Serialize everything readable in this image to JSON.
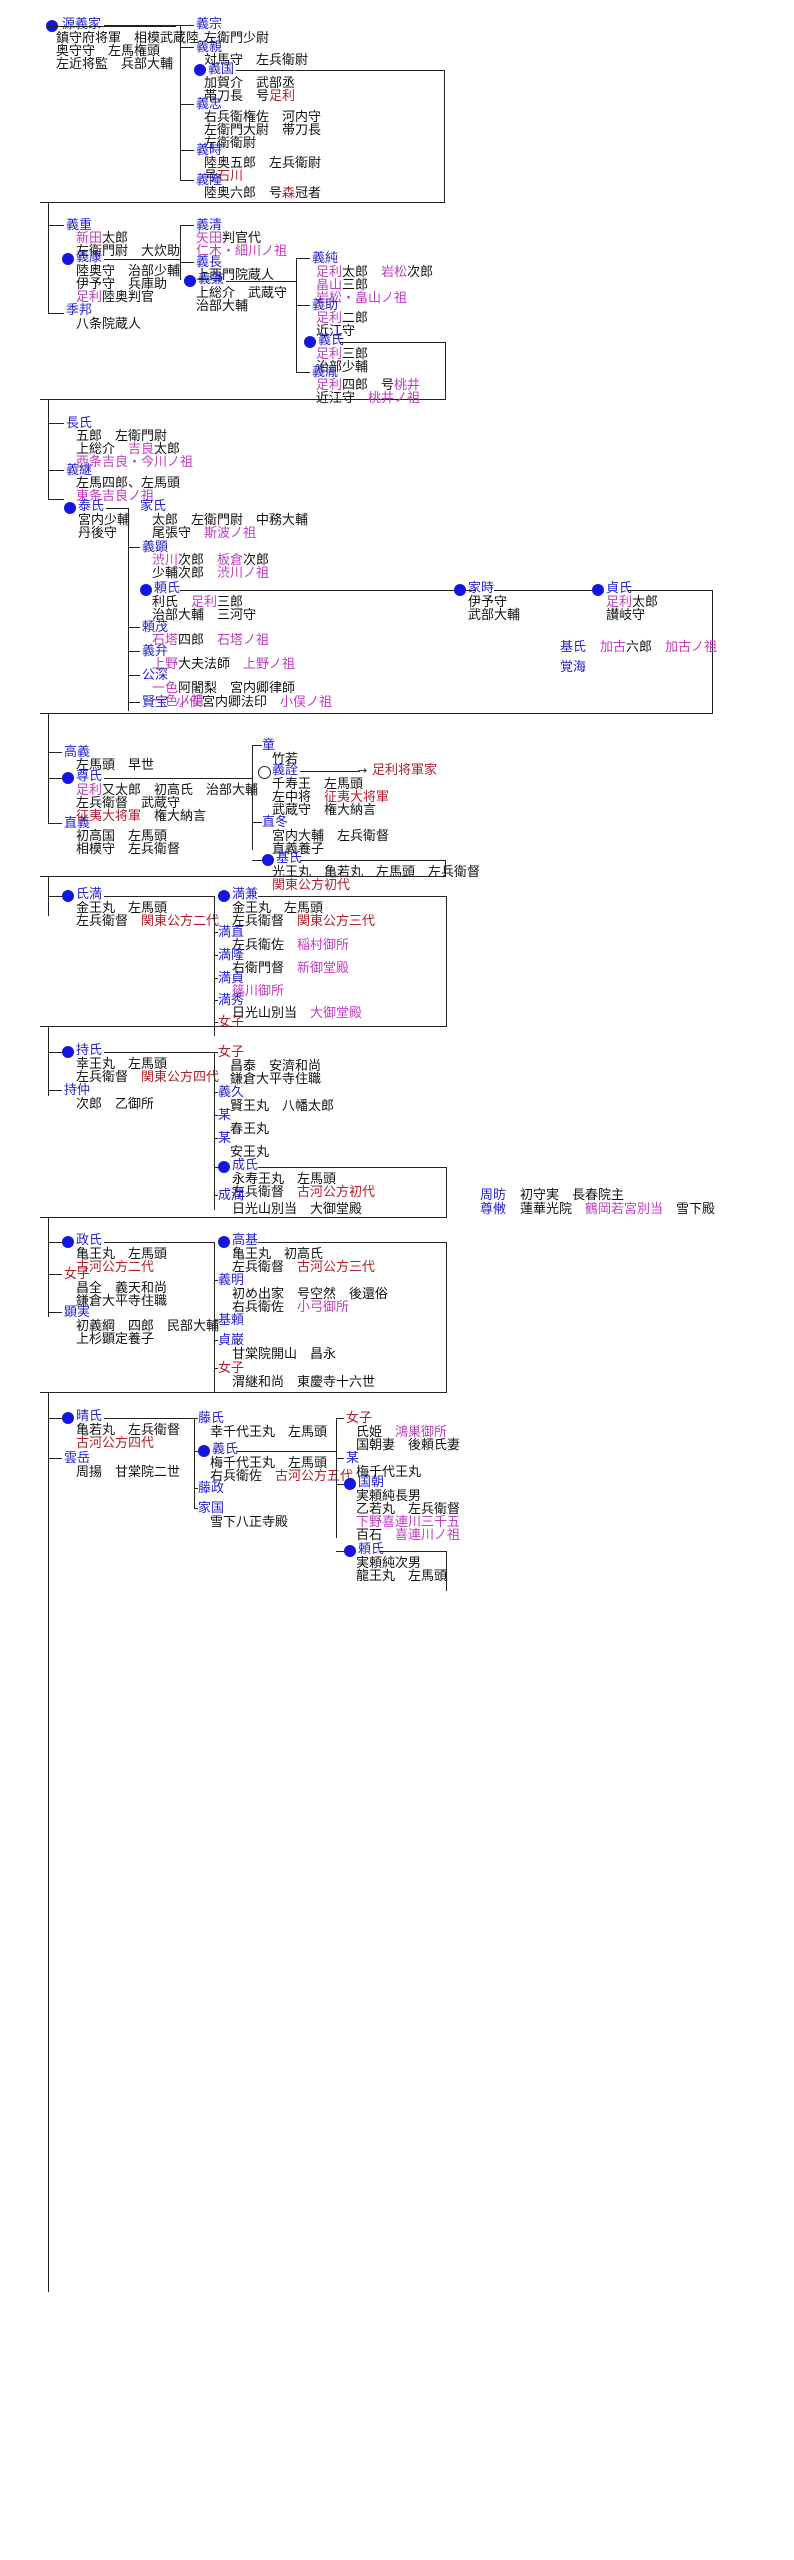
{
  "s1": {
    "yoshiie": "源義家",
    "yoshiie_d1": "鎮守府将軍　相模武蔵陸",
    "yoshiie_d2": "奥守守　左馬権頭",
    "yoshiie_d3": "左近将監　兵部大輔",
    "yoshimune": "義宗",
    "yoshimune_d1": "左衛門少尉",
    "yoshichika": "義親",
    "yoshichika_d1": "対馬守　左兵衛尉",
    "yoshikuni": "義国",
    "yoshikuni_d1": "加賀介　武部丞",
    "yoshikuni_d2a": "帯刀長　号",
    "yoshikuni_d2b": "足利",
    "yoshitada": "義忠",
    "yoshitada_d1": "右兵衛権佐　河内守",
    "yoshitada_d2": "左衛門大尉　帯刀長",
    "yoshitada_d3": "左衛衛尉",
    "yoshitoki": "義時",
    "yoshitoki_d1": "陸奥五郎　左兵衛尉",
    "yoshitoki_d2a": "号",
    "yoshitoki_d2b": "石川",
    "yoshitaka": "義隆",
    "yoshitaka_d1a": "陸奥六郎　号",
    "yoshitaka_d1b": "森",
    "yoshitaka_d1c": "冠者"
  },
  "s2": {
    "yoshishige": "義重",
    "yoshishige_d1a": "新田",
    "yoshishige_d1b": "太郎",
    "yoshishige_d2": "左衛門尉　大炊助",
    "yoshiyasu": "義康",
    "yoshiyasu_d1": "陸奥守　治部少輔",
    "yoshiyasu_d2": "伊予守　兵庫助",
    "yoshiyasu_d3a": "足利",
    "yoshiyasu_d3b": "陸奥判官",
    "suekuni": "季邦",
    "suekuni_d1": "八条院蔵人",
    "yoshikiyo": "義清",
    "yoshikiyo_d1a": "矢田",
    "yoshikiyo_d1b": "判官代",
    "yoshikiyo_d2": "仁木・細川ノ祖",
    "yoshinaga": "義長",
    "yoshinaga_d1": "上西門院蔵人",
    "yoshikane": "義兼",
    "yoshikane_d1": "上総介　武蔵守",
    "yoshikane_d2": "治部大輔",
    "yoshizumi": "義純",
    "yoshizumi_d1a": "足利",
    "yoshizumi_d1b": "太郎",
    "yoshizumi_d1c": "岩松",
    "yoshizumi_d1d": "次郎",
    "yoshizumi_d2a": "畠山",
    "yoshizumi_d2b": "三郎",
    "yoshizumi_d3": "岩松・畠山ノ祖",
    "yoshisuke": "義助",
    "yoshisuke_d1a": "足利",
    "yoshisuke_d1b": "二郎",
    "yoshisuke_d2": "近江守",
    "yoshiuji": "義氏",
    "yoshiuji_d1a": "足利",
    "yoshiuji_d1b": "三郎",
    "yoshiuji_d2": "治部少輔",
    "yoshitane": "義胤",
    "yoshitane_d1a": "足利",
    "yoshitane_d1b": "四郎　号",
    "yoshitane_d1c": "桃井",
    "yoshitane_d2a": "近江守　",
    "yoshitane_d2b": "桃井ノ祖"
  },
  "s3": {
    "nagauji": "長氏",
    "nagauji_d1": "五郎　左衛門尉",
    "nagauji_d2a": "上総介　",
    "nagauji_d2b": "吉良",
    "nagauji_d2c": "太郎",
    "nagauji_d3": "西条吉良・今川ノ祖",
    "yoshitsugu": "義継",
    "yoshitsugu_d1": "左馬四郎、左馬頭",
    "yoshitsugu_d2": "東条吉良ノ祖",
    "yasuuji": "泰氏",
    "yasuuji_d1": "宮内少輔",
    "yasuuji_d2": "丹後守",
    "ieuji": "家氏",
    "ieuji_d1": "太郎　左衛門尉　中務大輔",
    "ieuji_d2a": "尾張守　",
    "ieuji_d2b": "斯波ノ祖",
    "yoshiaki": "義顕",
    "yoshiaki_d1a": "渋川",
    "yoshiaki_d1b": "次郎　",
    "yoshiaki_d1c": "板倉",
    "yoshiaki_d1d": "次郎",
    "yoshiaki_d2a": "少輔次郎　",
    "yoshiaki_d2b": "渋川ノ祖",
    "yoriuji": "頼氏",
    "yoriuji_d1a": "利氏　",
    "yoriuji_d1b": "足利",
    "yoriuji_d1c": "三郎",
    "yoriuji_d2": "治部大輔　三河守",
    "ietoki": "家時",
    "ietoki_d1": "伊予守",
    "ietoki_d2": "武部大輔",
    "sadauji": "貞氏",
    "sadauji_d1a": "足利",
    "sadauji_d1b": "太郎",
    "sadauji_d2": "讃岐守",
    "yorishige": "頼茂",
    "yorishige_d1a": "石塔",
    "yorishige_d1b": "四郎　",
    "yorishige_d1c": "石塔ノ祖",
    "gibe": "義弁",
    "gibe_d1a": "上野",
    "gibe_d1b": "大夫法師　",
    "gibe_d1c": "上野ノ祖",
    "kojin": "公深",
    "kojin_d1a": "一色",
    "kojin_d1b": "阿闍梨　宮内卿律師",
    "kojin_d2": "一色ノ祖",
    "kenbo": "賢宝",
    "kenbo_d1a": "小俣",
    "kenbo_d1b": "宮内卿法印　",
    "kenbo_d1c": "小俣ノ祖",
    "motouji": "基氏",
    "motouji_d1a": "加古",
    "motouji_d1b": "六郎　",
    "motouji_d1c": "加古ノ祖",
    "kakukai": "覚海"
  },
  "s4": {
    "takayoshi": "高義",
    "takayoshi_d1": "左馬頭　早世",
    "takauji": "尊氏",
    "takauji_d1a": "足利",
    "takauji_d1b": "又太郎　初高氏　治部大輔",
    "takauji_d2": "左兵衛督　武蔵守",
    "takauji_d3a": "征夷大将軍",
    "takauji_d3b": "　権大納言",
    "tadayoshi": "直義",
    "tadayoshi_d1": "初高国　左馬頭",
    "tadayoshi_d2": "相模守　左兵衛督",
    "mitsuru": "童",
    "mitsuru_d1": "竹若",
    "yoshiakira": "義詮",
    "yoshiakira_d1": "千寿王　左馬頭",
    "yoshiakira_d2": "左中将　",
    "yoshiakira_d2b": "征夷大将軍",
    "yoshiakira_d3": "武蔵守　権大納言",
    "shogun_link": "足利将軍家",
    "tadafuyu": "直冬",
    "tadafuyu_d1": "宮内大輔　左兵衛督",
    "tadafuyu_d2": "直義養子",
    "motouji2": "基氏",
    "motouji2_d1": "光王丸　亀若丸　左馬頭　左兵衛督",
    "motouji2_d2": "関東公方初代"
  },
  "s5": {
    "ujimitsu": "氏満",
    "ujimitsu_d1": "金王丸　左馬頭",
    "ujimitsu_d2a": "左兵衛督　",
    "ujimitsu_d2b": "関東公方二代",
    "mitsukane": "満兼",
    "mitsukane_d1": "金王丸　左馬頭",
    "mitsukane_d2a": "左兵衛督　",
    "mitsukane_d2b": "関東公方三代",
    "mitsunao": "満直",
    "mitsunao_d1a": "左兵衛佐　",
    "mitsunao_d1b": "稲村御所",
    "mitsutaka": "満隆",
    "mitsutaka_d1a": "右衛門督　",
    "mitsutaka_d1b": "新御堂殿",
    "mitsusada": "満貞",
    "mitsusada_d1": "篠川御所",
    "mitsuhide": "満秀",
    "mitsuhide_d1a": "日光山別当　",
    "mitsuhide_d1b": "大御堂殿",
    "joshi": "女子"
  },
  "s6": {
    "mochiuji": "持氏",
    "mochiuji_d1": "幸王丸　左馬頭",
    "mochiuji_d2a": "左兵衛督　",
    "mochiuji_d2b": "関東公方四代",
    "mochinaka": "持仲",
    "mochinaka_d1": "次郎　乙御所",
    "joshi": "女子",
    "joshi_d1": "昌泰　安濟和尚",
    "joshi_d2": "鎌倉大平寺住職",
    "yoshihisa": "義久",
    "yoshihisa_d1": "賢王丸　八幡太郎",
    "bo1": "某",
    "bo1_d1": "春王丸",
    "bo2": "某",
    "bo2_d1": "安王丸",
    "shigeuji": "成氏",
    "shigeuji_d1": "永寿王丸　左馬頭",
    "shigeuji_d2a": "左兵衛督　",
    "shigeuji_d2b": "古河公方初代",
    "shigeuji2": "成潤",
    "shigeuji2_d1": "日光山別当　大御堂殿",
    "shuin": "周昉",
    "shuin_d1": "初守実　長春院主",
    "sonkan": "尊敒",
    "sonkan_d1a": "蓮華光院　",
    "sonkan_d1b": "鶴岡若宮別当",
    "sonkan_d1c": "　雪下殿"
  },
  "s7": {
    "masauji": "政氏",
    "masauji_d1": "亀王丸　左馬頭",
    "masauji_d2": "古河公方二代",
    "joshi": "女子",
    "joshi_d1": "昌全　義天和尚",
    "joshi_d2": "鎌倉大平寺住職",
    "akisada": "顕実",
    "akisada_d1": "初義綱　四郎　民部大輔",
    "akisada_d2": "上杉顕定養子",
    "takamoto": "高基",
    "takamoto_d1": "亀王丸　初高氏",
    "takamoto_d2a": "左兵衛督　",
    "takamoto_d2b": "古河公方三代",
    "yoshiaki": "義明",
    "yoshiaki_d1": "初め出家　号空然　後還俗",
    "yoshiaki_d2a": "右兵衛佐　",
    "yoshiaki_d2b": "小弓御所",
    "motoyori": "基頼",
    "teiken": "貞巌",
    "teiken_d1": "甘棠院開山　昌永",
    "joshi2": "女子",
    "joshi2_d1": "渭継和尚　東慶寺十六世"
  },
  "s8": {
    "haruuji": "晴氏",
    "haruuji_d1": "亀若丸　左兵衛督",
    "haruuji_d2": "古河公方四代",
    "ungaku": "雲岳",
    "ungaku_d1": "周揚　甘棠院二世",
    "fujiuji": "藤氏",
    "fujiuji_d1": "幸千代王丸　左馬頭",
    "yoshiuji": "義氏",
    "yoshiuji_d1": "梅千代王丸　左馬頭",
    "yoshiuji_d2a": "右兵衛佐　",
    "yoshiuji_d2b": "古河公方五代",
    "fujimasa": "藤政",
    "iekuni": "家国",
    "iekuni_d1": "雪下八正寺殿",
    "joshi": "女子",
    "joshi_d1a": "氏姫　",
    "joshi_d1b": "鴻巣御所",
    "joshi_d2": "国朝妻　後頼氏妻",
    "bo": "某",
    "bo_d1": "梅千代王丸",
    "kunitomo": "国朝",
    "kunitomo_d1": "実頼純長男",
    "kunitomo_d2": "乙若丸　左兵衛督",
    "kunitomo_d3": "下野喜連川三千五",
    "kunitomo_d4a": "百石　",
    "kunitomo_d4b": "喜連川ノ祖",
    "yoriuji": "頼氏",
    "yoriuji_d1": "実頼純次男",
    "yoriuji_d2": "龍王丸　左馬頭"
  }
}
